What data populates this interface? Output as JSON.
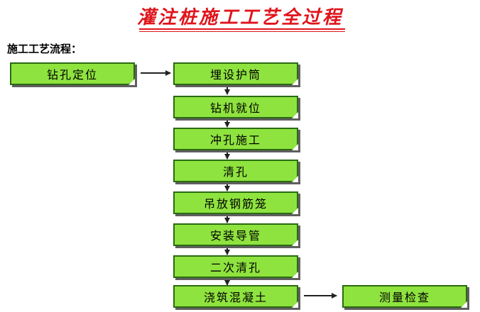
{
  "title": "灌注桩施工工艺全过程",
  "subtitle": "施工工艺流程：",
  "steps": {
    "s0": "钻孔定位",
    "s1": "埋设护筒",
    "s2": "钻机就位",
    "s3": "冲孔施工",
    "s4": "清孔",
    "s5": "吊放钢筋笼",
    "s6": "安装导管",
    "s7": "二次清孔",
    "s8": "浇筑混凝土",
    "s9": "测量检查"
  }
}
